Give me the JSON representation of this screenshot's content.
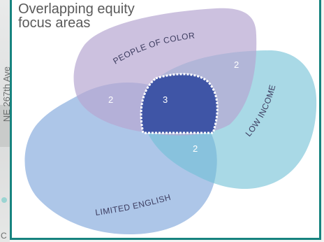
{
  "title": "Overlapping equity focus areas",
  "background_map": {
    "street_label": "NE 267th Ave",
    "bottom_fragment": "C"
  },
  "sets": [
    {
      "name": "PEOPLE OF COLOR",
      "color": "#b7a6d2"
    },
    {
      "name": "LOW INCOME",
      "color": "#6fbfd5"
    },
    {
      "name": "LIMITED ENGLISH",
      "color": "#91b3e0"
    }
  ],
  "overlaps": [
    {
      "sets": [
        "PEOPLE OF COLOR",
        "LOW INCOME"
      ],
      "count": "2"
    },
    {
      "sets": [
        "PEOPLE OF COLOR",
        "LIMITED ENGLISH"
      ],
      "count": "2"
    },
    {
      "sets": [
        "PEOPLE OF COLOR",
        "LOW INCOME",
        "LIMITED ENGLISH"
      ],
      "count": "3"
    },
    {
      "sets": [
        "LOW INCOME",
        "LIMITED ENGLISH"
      ],
      "count": "2"
    }
  ],
  "colors": {
    "frame_border": "#17837f",
    "center_region": "#3f55a6",
    "center_outline": "#ffffff"
  }
}
